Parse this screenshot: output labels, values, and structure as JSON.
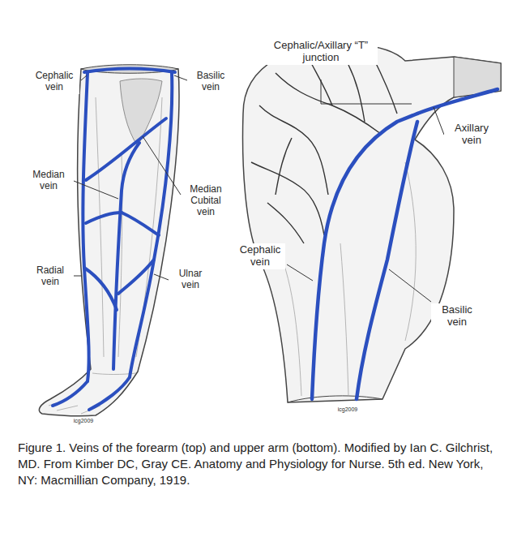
{
  "diagram": {
    "caption": "Figure 1. Veins of the forearm (top) and upper arm (bottom). Modified by Ian C. Gilchrist, MD. From Kimber DC, Gray CE. Anatomy and Physiology for Nurse. 5th ed. New York, NY: Macmillian Company, 1919.",
    "labels": [
      "Cephalic vein",
      "Basilic vein",
      "Median vein",
      "Median Cubital vein",
      "Radial vein",
      "Ulnar vein",
      "icg2009",
      "Cephalic/Axillary “T” junction",
      "Axillary vein",
      "Cephalic vein",
      "Basilic vein",
      "icg2009"
    ]
  }
}
